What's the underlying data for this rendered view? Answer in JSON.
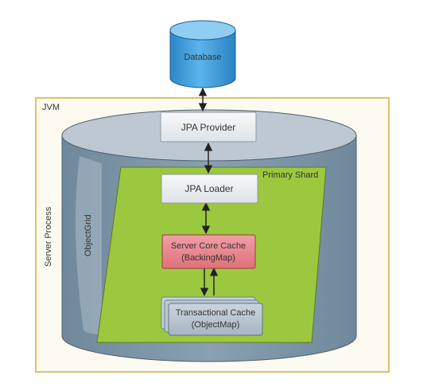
{
  "database": {
    "label": "Database"
  },
  "jvm": {
    "label": "JVM"
  },
  "server_process": {
    "label": "Server Process"
  },
  "objectgrid": {
    "label": "ObjectGrid"
  },
  "primary_shard": {
    "label": "Primary Shard"
  },
  "jpa_provider": {
    "label": "JPA Provider"
  },
  "jpa_loader": {
    "label": "JPA Loader"
  },
  "server_core_cache": {
    "line1": "Server Core Cache",
    "line2": "(BackingMap)"
  },
  "transactional_cache": {
    "line1": "Transactional Cache",
    "line2": "(ObjectMap)"
  },
  "colors": {
    "database": "#3a9ad8",
    "jvm_frame": "#e8c870",
    "jvm_fill": "#fdfbf1",
    "cylinder": "#7d95a7",
    "cylinder_top": "#b9c5d0",
    "shard": "#9bc83e",
    "core_cache": "#e8818b",
    "box": "#eceef0"
  }
}
